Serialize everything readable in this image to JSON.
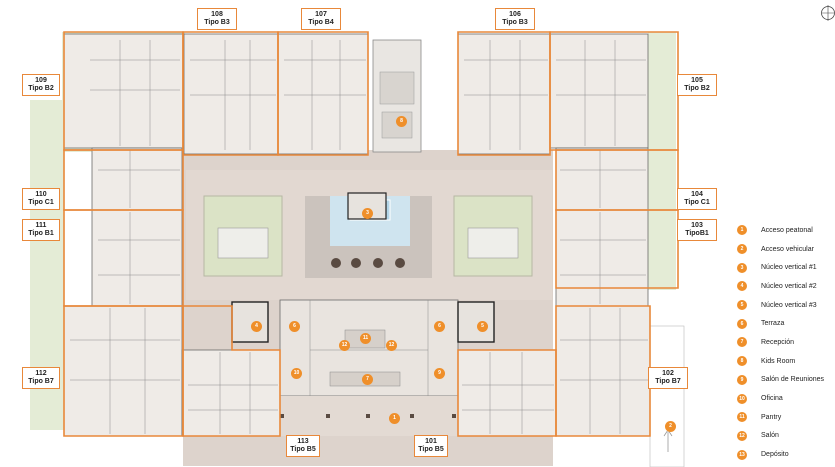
{
  "units": [
    {
      "id": "u108",
      "number": "108",
      "type": "Tipo B3"
    },
    {
      "id": "u107",
      "number": "107",
      "type": "Tipo B4"
    },
    {
      "id": "u106",
      "number": "106",
      "type": "Tipo B3"
    },
    {
      "id": "u109",
      "number": "109",
      "type": "Tipo B2"
    },
    {
      "id": "u105",
      "number": "105",
      "type": "Tipo B2"
    },
    {
      "id": "u110",
      "number": "110",
      "type": "Tipo C1"
    },
    {
      "id": "u111",
      "number": "111",
      "type": "Tipo B1"
    },
    {
      "id": "u104",
      "number": "104",
      "type": "Tipo C1"
    },
    {
      "id": "u103",
      "number": "103",
      "type": "TipoB1"
    },
    {
      "id": "u112",
      "number": "112",
      "type": "Tipo B7"
    },
    {
      "id": "u102",
      "number": "102",
      "type": "Tipo B7"
    },
    {
      "id": "u113",
      "number": "113",
      "type": "Tipo B5"
    },
    {
      "id": "u101",
      "number": "101",
      "type": "Tipo B5"
    }
  ],
  "legend": [
    {
      "num": "1",
      "label": "Acceso peatonal"
    },
    {
      "num": "2",
      "label": "Acceso vehicular"
    },
    {
      "num": "3",
      "label": "Núcleo vertical #1"
    },
    {
      "num": "4",
      "label": "Núcleo vertical #2"
    },
    {
      "num": "5",
      "label": "Núcleo vertical #3"
    },
    {
      "num": "6",
      "label": "Terraza"
    },
    {
      "num": "7",
      "label": "Recepción"
    },
    {
      "num": "8",
      "label": "Kids Room"
    },
    {
      "num": "9",
      "label": "Salón de Reuniones"
    },
    {
      "num": "10",
      "label": "Oficina"
    },
    {
      "num": "11",
      "label": "Pantry"
    },
    {
      "num": "12",
      "label": "Salón"
    },
    {
      "num": "13",
      "label": "Depósito"
    }
  ],
  "markers": [
    "8",
    "3",
    "6",
    "4",
    "5",
    "6",
    "12",
    "11",
    "12",
    "7",
    "10",
    "9",
    "1",
    "2"
  ],
  "colors": {
    "accent": "#ef8f2a",
    "outline": "#e8883a",
    "floor": "#ddd5cf",
    "green": "#dfe9cf",
    "wall": "#5a5a5a"
  }
}
